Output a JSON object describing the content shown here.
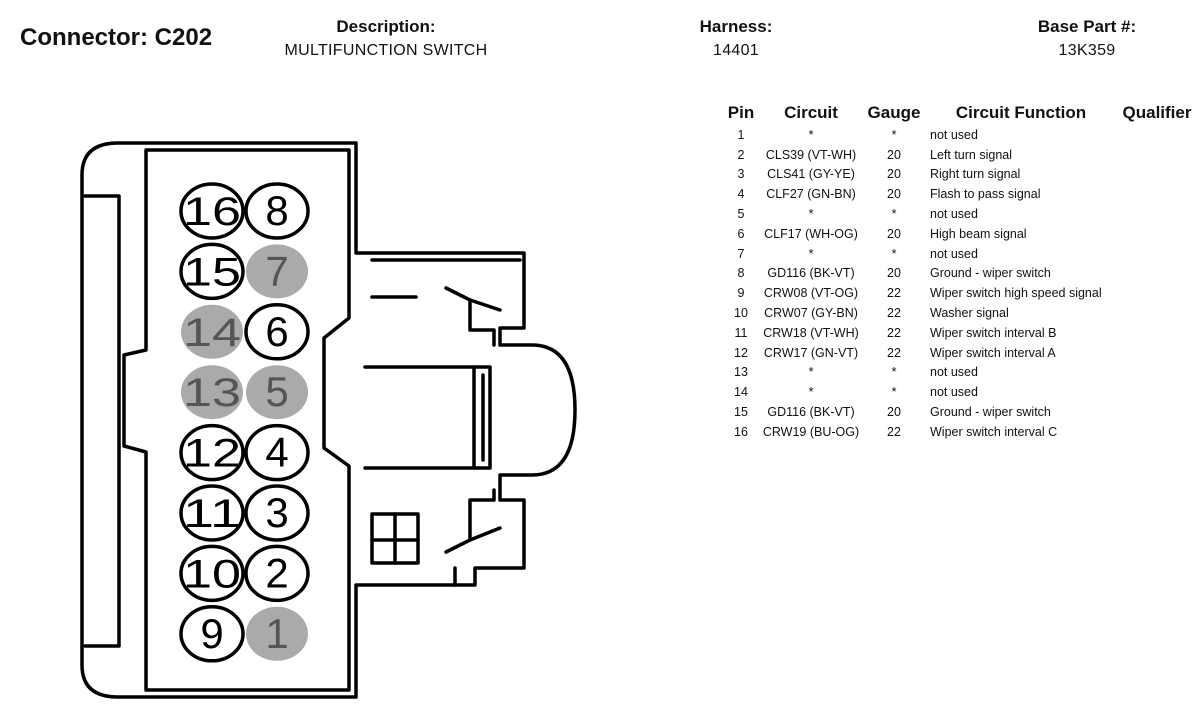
{
  "header": {
    "connector": "Connector: C202",
    "description_label": "Description:",
    "description_value": "MULTIFUNCTION SWITCH",
    "harness_label": "Harness:",
    "harness_value": "14401",
    "base_part_label": "Base Part #:",
    "base_part_value": "13K359"
  },
  "table": {
    "headers": [
      "Pin",
      "Circuit",
      "Gauge",
      "Circuit Function",
      "Qualifier"
    ],
    "rows": [
      {
        "pin": "1",
        "circuit": "*",
        "gauge": "*",
        "function": "not used",
        "qualifier": ""
      },
      {
        "pin": "2",
        "circuit": "CLS39 (VT-WH)",
        "gauge": "20",
        "function": "Left turn signal",
        "qualifier": ""
      },
      {
        "pin": "3",
        "circuit": "CLS41 (GY-YE)",
        "gauge": "20",
        "function": "Right turn signal",
        "qualifier": ""
      },
      {
        "pin": "4",
        "circuit": "CLF27 (GN-BN)",
        "gauge": "20",
        "function": "Flash to pass signal",
        "qualifier": ""
      },
      {
        "pin": "5",
        "circuit": "*",
        "gauge": "*",
        "function": "not used",
        "qualifier": ""
      },
      {
        "pin": "6",
        "circuit": "CLF17 (WH-OG)",
        "gauge": "20",
        "function": "High beam signal",
        "qualifier": ""
      },
      {
        "pin": "7",
        "circuit": "*",
        "gauge": "*",
        "function": "not used",
        "qualifier": ""
      },
      {
        "pin": "8",
        "circuit": "GD116 (BK-VT)",
        "gauge": "20",
        "function": "Ground - wiper switch",
        "qualifier": ""
      },
      {
        "pin": "9",
        "circuit": "CRW08 (VT-OG)",
        "gauge": "22",
        "function": "Wiper switch high speed signal",
        "qualifier": ""
      },
      {
        "pin": "10",
        "circuit": "CRW07 (GY-BN)",
        "gauge": "22",
        "function": "Washer signal",
        "qualifier": ""
      },
      {
        "pin": "11",
        "circuit": "CRW18 (VT-WH)",
        "gauge": "22",
        "function": "Wiper switch interval B",
        "qualifier": ""
      },
      {
        "pin": "12",
        "circuit": "CRW17 (GN-VT)",
        "gauge": "22",
        "function": "Wiper switch interval A",
        "qualifier": ""
      },
      {
        "pin": "13",
        "circuit": "*",
        "gauge": "*",
        "function": "not used",
        "qualifier": ""
      },
      {
        "pin": "14",
        "circuit": "*",
        "gauge": "*",
        "function": "not used",
        "qualifier": ""
      },
      {
        "pin": "15",
        "circuit": "GD116 (BK-VT)",
        "gauge": "20",
        "function": "Ground - wiper switch",
        "qualifier": ""
      },
      {
        "pin": "16",
        "circuit": "CRW19 (BU-OG)",
        "gauge": "22",
        "function": "Wiper switch interval C",
        "qualifier": ""
      }
    ]
  },
  "diagram": {
    "pins": [
      {
        "num": "16",
        "used": true
      },
      {
        "num": "8",
        "used": true
      },
      {
        "num": "15",
        "used": true
      },
      {
        "num": "7",
        "used": false
      },
      {
        "num": "14",
        "used": false
      },
      {
        "num": "6",
        "used": true
      },
      {
        "num": "13",
        "used": false
      },
      {
        "num": "5",
        "used": false
      },
      {
        "num": "12",
        "used": true
      },
      {
        "num": "4",
        "used": true
      },
      {
        "num": "11",
        "used": true
      },
      {
        "num": "3",
        "used": true
      },
      {
        "num": "10",
        "used": true
      },
      {
        "num": "2",
        "used": true
      },
      {
        "num": "9",
        "used": true
      },
      {
        "num": "1",
        "used": false
      }
    ],
    "colors": {
      "unused_fill": "#aaaaaa",
      "unused_text": "#555555",
      "used_fill": "#ffffff",
      "used_text": "#000000",
      "outline": "#000000"
    }
  }
}
